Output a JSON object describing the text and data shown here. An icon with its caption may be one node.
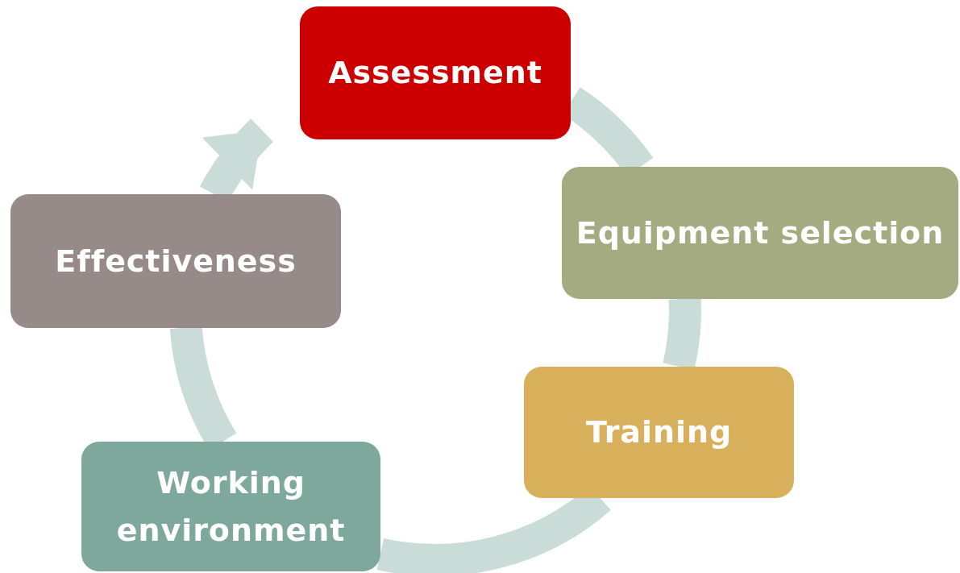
{
  "diagram": {
    "nodes": [
      {
        "text": [
          "Assessment"
        ]
      },
      {
        "text": [
          "Equipment selection"
        ]
      },
      {
        "text": [
          "Training"
        ]
      },
      {
        "text": [
          "Working environment"
        ]
      },
      {
        "text": [
          "Effectiveness"
        ]
      }
    ],
    "edges": [
      {
        "from": 0,
        "to": 1,
        "arrow": "none"
      },
      {
        "from": 1,
        "to": 2,
        "arrow": "none"
      },
      {
        "from": 2,
        "to": 3,
        "arrow": "none"
      },
      {
        "from": 3,
        "to": 4,
        "arrow": "none"
      },
      {
        "from": 4,
        "to": 0,
        "arrow": "to"
      }
    ]
  }
}
